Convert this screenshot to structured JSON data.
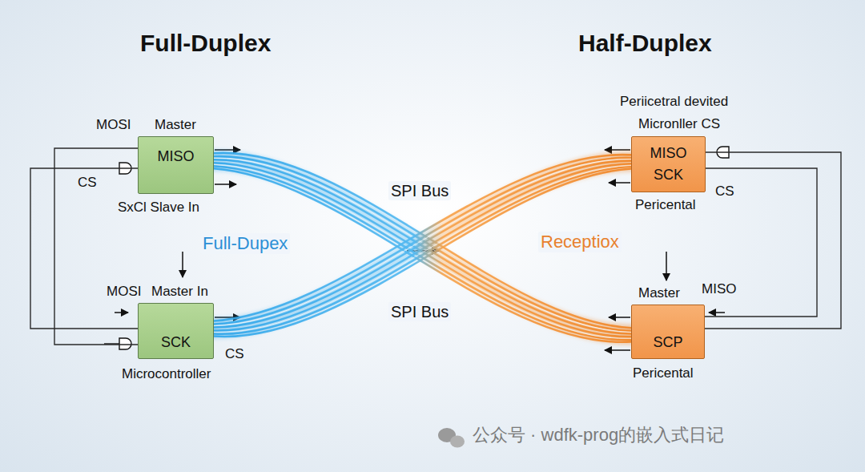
{
  "diagram": {
    "title": "Full-Duplex",
    "nodes": [
      {
        "text": [
          "Master",
          "MISO"
        ]
      },
      {
        "text": [
          "Master In",
          "SCK"
        ]
      },
      {
        "text": [
          "MISO",
          "SCK"
        ]
      },
      {
        "text": [
          "Master",
          "SCP"
        ]
      }
    ],
    "edges": [
      {
        "from": 0,
        "to": 3,
        "arrow": "none"
      },
      {
        "from": 1,
        "to": 2,
        "arrow": "none"
      },
      {
        "from": 0,
        "to": 1,
        "arrow": "none"
      },
      {
        "from": 0,
        "to": 1,
        "arrow": "none"
      },
      {
        "from": 2,
        "to": 3,
        "arrow": "none"
      },
      {
        "from": 2,
        "to": 3,
        "arrow": "none"
      }
    ],
    "labels": [
      "MOSI",
      "SxCl Slave In",
      "CS",
      "Full-Dupex",
      "SPI Bus",
      "SPI Bus",
      "MOSI",
      "CS",
      "Microcontroller",
      "Half-Duplex",
      "Periicetral devited",
      "Micronller CS",
      "Receptiox",
      "CS",
      "Pericental",
      "MISO",
      "Pericental",
      "公众号 · wdfk-prog的嵌入式日记"
    ]
  }
}
